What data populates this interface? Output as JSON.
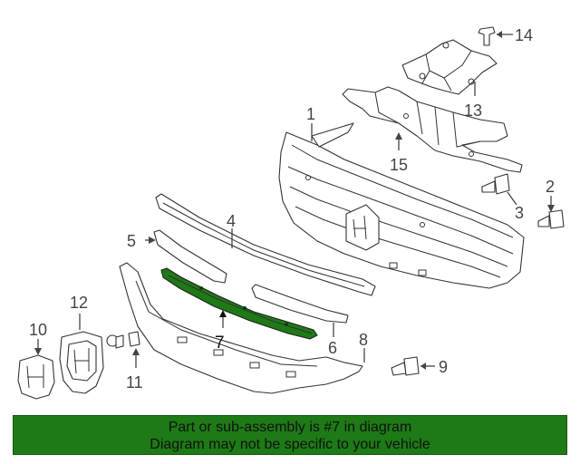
{
  "callouts": [
    "1",
    "2",
    "3",
    "4",
    "5",
    "6",
    "7",
    "8",
    "9",
    "10",
    "11",
    "12",
    "13",
    "14",
    "15"
  ],
  "highlighted_part": "7",
  "highlight_color": "#1e7a16",
  "banner": {
    "line1": "Part or sub-assembly is #7 in diagram",
    "line2": "Diagram may not be specific to your vehicle"
  }
}
